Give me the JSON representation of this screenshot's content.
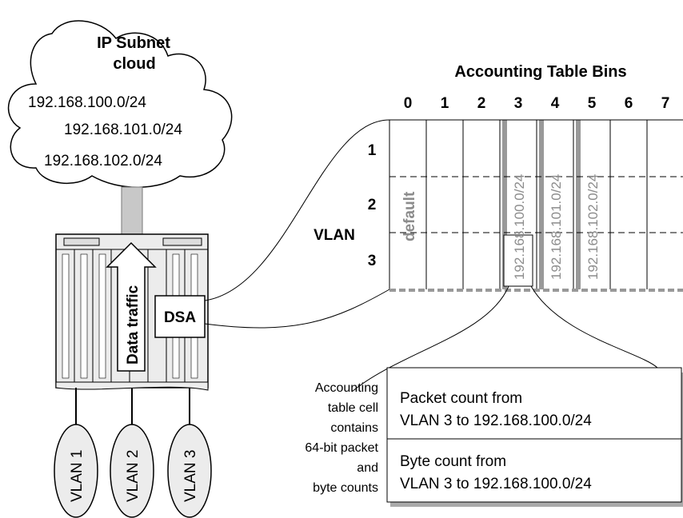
{
  "cloud": {
    "title_line1": "IP Subnet",
    "title_line2": "cloud",
    "subnets": [
      "192.168.100.0/24",
      "192.168.101.0/24",
      "192.168.102.0/24"
    ]
  },
  "table": {
    "title": "Accounting Table Bins",
    "bins": [
      "0",
      "1",
      "2",
      "3",
      "4",
      "5",
      "6",
      "7"
    ],
    "vlan_label": "VLAN",
    "vlan_rows": [
      "1",
      "2",
      "3"
    ],
    "default_label": "default",
    "bin_entries": [
      "192.168.100.0/24",
      "192.168.101.0/24",
      "192.168.102.0/24"
    ]
  },
  "device": {
    "traffic_label": "Data traffic",
    "module_label": "DSA"
  },
  "vlans": [
    "VLAN 1",
    "VLAN 2",
    "VLAN 3"
  ],
  "cell_note": {
    "lines": [
      "Accounting",
      "table cell",
      "contains",
      "64-bit packet",
      "and",
      "byte counts"
    ]
  },
  "cell_detail": {
    "packet_line1": "Packet count from",
    "packet_line2": "VLAN 3 to 192.168.100.0/24",
    "byte_line1": "Byte count from",
    "byte_line2": "VLAN 3 to 192.168.100.0/24"
  },
  "colors": {
    "table_text_gray": "#8c8c8c",
    "chassis_fill": "#ececec",
    "column_shadow": "#999999",
    "detail_shadow": "#aaaaaa"
  }
}
